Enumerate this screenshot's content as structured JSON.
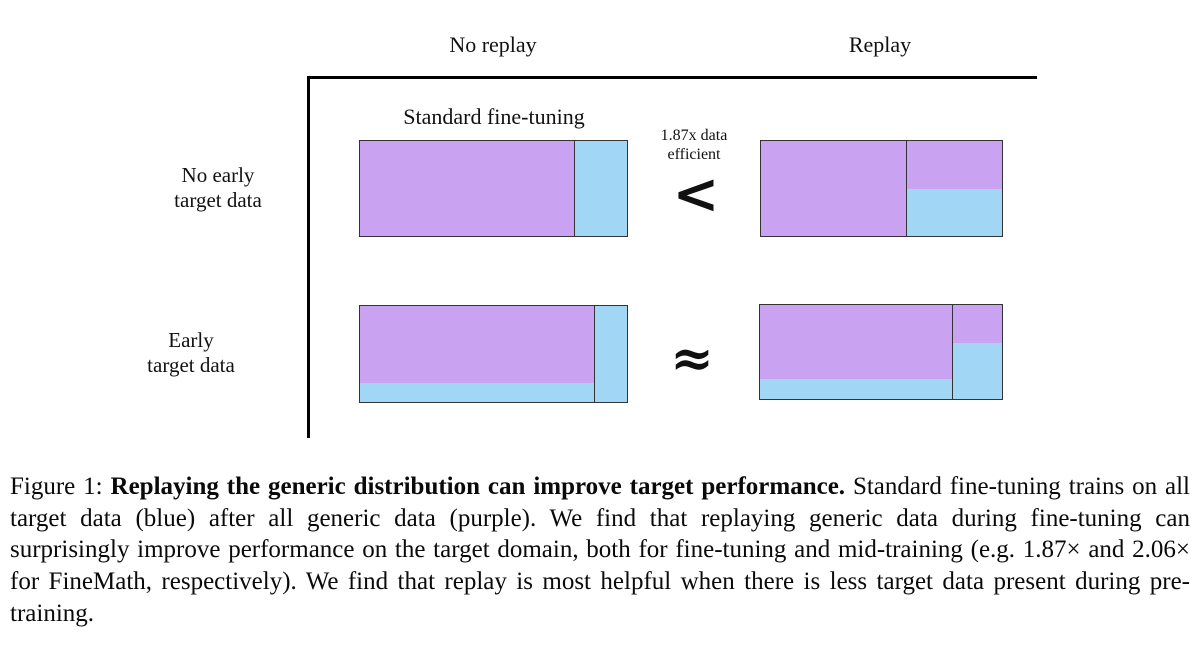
{
  "colors": {
    "generic": "#c9a2f1",
    "target": "#a2d6f5",
    "border": "#333333",
    "axis": "#000000"
  },
  "columns": {
    "no_replay": "No replay",
    "replay": "Replay"
  },
  "rows": {
    "no_early": "No early\ntarget data",
    "early": "Early\ntarget data"
  },
  "labels": {
    "standard_fine_tuning": "Standard fine-tuning",
    "efficiency_note": "1.87x data\nefficient"
  },
  "comparisons": {
    "no_early_row_symbol": "<",
    "early_row_symbol": "≈"
  },
  "diagram": {
    "cells": [
      {
        "name": "no-replay-no-early",
        "columns": [
          {
            "width_pct": 80,
            "segments": [
              {
                "fill": "generic",
                "height_pct": 100
              }
            ]
          },
          {
            "width_pct": 20,
            "segments": [
              {
                "fill": "target",
                "height_pct": 100
              }
            ]
          }
        ]
      },
      {
        "name": "replay-no-early",
        "columns": [
          {
            "width_pct": 60,
            "segments": [
              {
                "fill": "generic",
                "height_pct": 100
              }
            ]
          },
          {
            "width_pct": 40,
            "segments": [
              {
                "fill": "generic",
                "height_pct": 50
              },
              {
                "fill": "target",
                "height_pct": 50
              }
            ]
          }
        ]
      },
      {
        "name": "no-replay-early",
        "columns": [
          {
            "width_pct": 87.7,
            "segments": [
              {
                "fill": "generic",
                "height_pct": 80
              },
              {
                "fill": "target",
                "height_pct": 20
              }
            ]
          },
          {
            "width_pct": 12.3,
            "segments": [
              {
                "fill": "target",
                "height_pct": 100
              }
            ]
          }
        ]
      },
      {
        "name": "replay-early",
        "columns": [
          {
            "width_pct": 79.5,
            "segments": [
              {
                "fill": "generic",
                "height_pct": 79.2
              },
              {
                "fill": "target",
                "height_pct": 20.8
              }
            ]
          },
          {
            "width_pct": 20.5,
            "segments": [
              {
                "fill": "generic",
                "height_pct": 40.6
              },
              {
                "fill": "target",
                "height_pct": 59.4
              }
            ]
          }
        ]
      }
    ]
  },
  "caption": {
    "prefix": "Figure 1: ",
    "bold": "Replaying the generic distribution can improve target performance.",
    "rest": " Standard fine-tuning trains on all target data (blue) after all generic data (purple). We find that replaying generic data during fine-tuning can surprisingly improve performance on the target domain, both for fine-tuning and mid-training (e.g. 1.87× and 2.06× for FineMath, respectively). We find that replay is most helpful when there is less target data present during pre-training."
  }
}
